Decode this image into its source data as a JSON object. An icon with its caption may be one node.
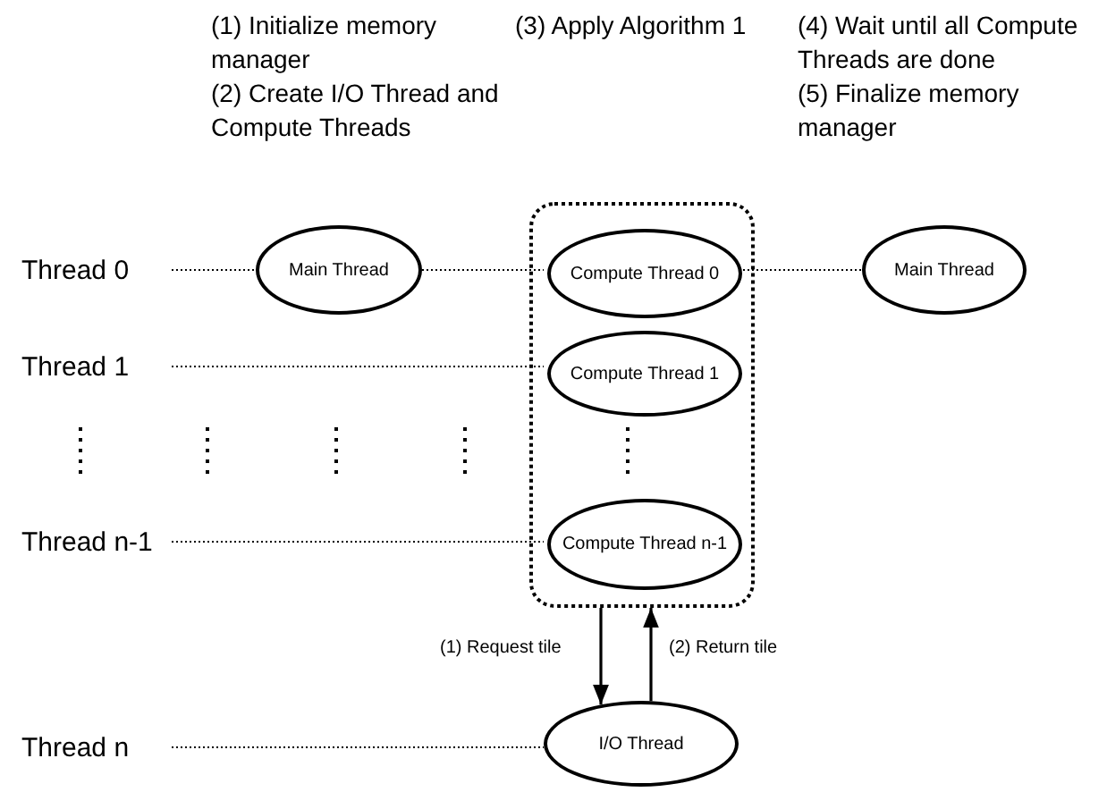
{
  "diagram": {
    "nodes": [
      {
        "text": [
          "Thread 0"
        ]
      },
      {
        "text": [
          "Main Thread"
        ]
      },
      {
        "text": [],
        "shape": "box"
      },
      {
        "text": [
          "Compute Thread 0"
        ],
        "in": 2
      },
      {
        "text": [
          "Main Thread"
        ]
      },
      {
        "text": [
          "Thread 1"
        ]
      },
      {
        "text": [
          "Compute Thread 1"
        ],
        "in": 2
      },
      {
        "text": [
          "Thread n-1"
        ]
      },
      {
        "text": [
          "Compute Thread n-1"
        ],
        "in": 2
      },
      {
        "text": [
          "Thread n"
        ]
      },
      {
        "text": [
          "I/O Thread"
        ]
      }
    ],
    "edges": [
      {
        "from": 0,
        "to": 1,
        "arrow": "none",
        "style": "dashed"
      },
      {
        "from": 1,
        "to": 3,
        "arrow": "none",
        "style": "dashed"
      },
      {
        "from": 3,
        "to": 4,
        "arrow": "none",
        "style": "dashed"
      },
      {
        "from": 5,
        "to": 6,
        "arrow": "none",
        "style": "dashed"
      },
      {
        "from": 7,
        "to": 8,
        "arrow": "none",
        "style": "dashed"
      },
      {
        "from": 9,
        "to": 10,
        "arrow": "none",
        "style": "dashed"
      },
      {
        "from": 2,
        "to": 10,
        "arrow": "to",
        "label": "(1) Request tile"
      },
      {
        "from": 10,
        "to": 2,
        "arrow": "to",
        "label": "(2) Return tile"
      }
    ],
    "labels": [
      "(1) Initialize memory manager",
      "(2) Create I/O Thread and Compute Threads",
      "(3) Apply Algorithm 1",
      "(4) Wait until all Compute Threads are done",
      "(5) Finalize memory manager"
    ]
  }
}
